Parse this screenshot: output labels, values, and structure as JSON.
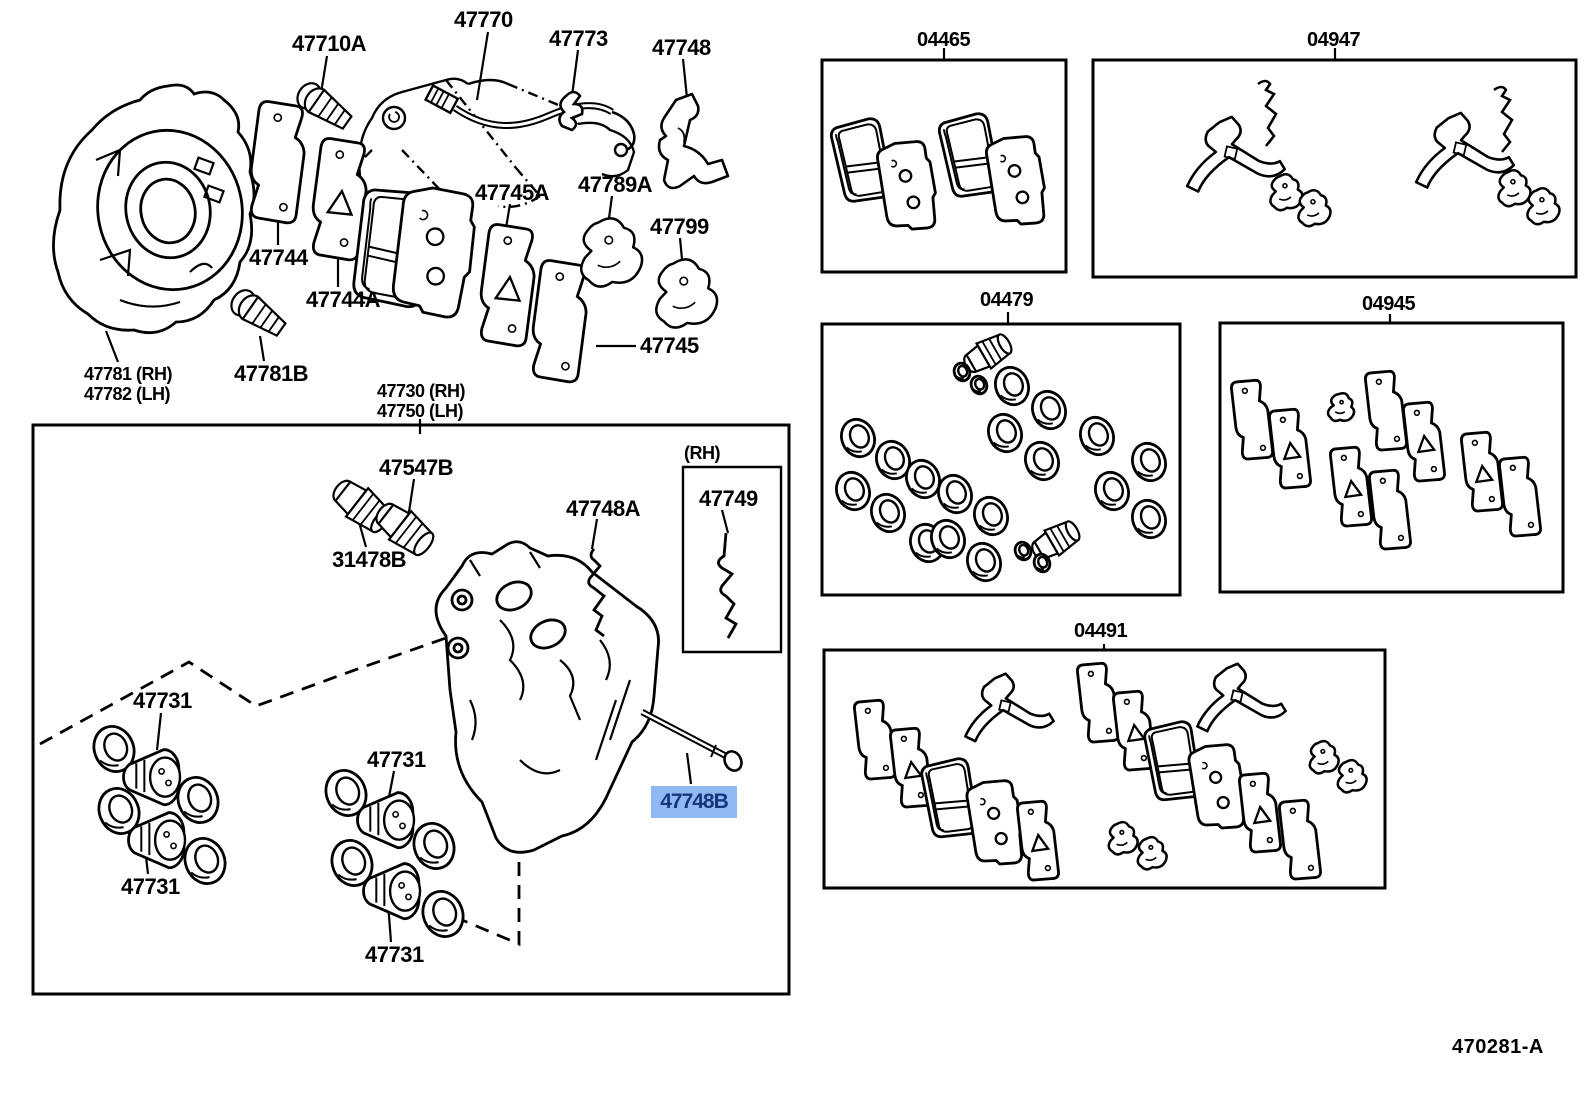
{
  "colors": {
    "background": "#ffffff",
    "line": "#000000",
    "highlight_background": "#8FB9F3",
    "highlight_text": "#16367D"
  },
  "highlight": {
    "part": "47748B"
  },
  "ref_code": "470281-A",
  "part_labels": [
    {
      "text": "47770"
    },
    {
      "text": "47710A"
    },
    {
      "text": "47773"
    },
    {
      "text": "47748"
    },
    {
      "text": "47745A"
    },
    {
      "text": "47789A"
    },
    {
      "text": "47799"
    },
    {
      "text": "47744"
    },
    {
      "text": "47744A"
    },
    {
      "text": "47745"
    },
    {
      "text": "47781 (RH)"
    },
    {
      "text": "47782 (LH)"
    },
    {
      "text": "47781B"
    },
    {
      "text": "47730 (RH)"
    },
    {
      "text": "47750 (LH)"
    },
    {
      "text": "47547B"
    },
    {
      "text": "31478B"
    },
    {
      "text": "47748A"
    },
    {
      "text": "(RH)"
    },
    {
      "text": "47749"
    },
    {
      "text": "47731"
    },
    {
      "text": "47731"
    },
    {
      "text": "47731"
    },
    {
      "text": "47731"
    },
    {
      "text": "47748B"
    }
  ],
  "kit_labels": [
    {
      "text": "04465"
    },
    {
      "text": "04947"
    },
    {
      "text": "04479"
    },
    {
      "text": "04945"
    },
    {
      "text": "04491"
    }
  ]
}
